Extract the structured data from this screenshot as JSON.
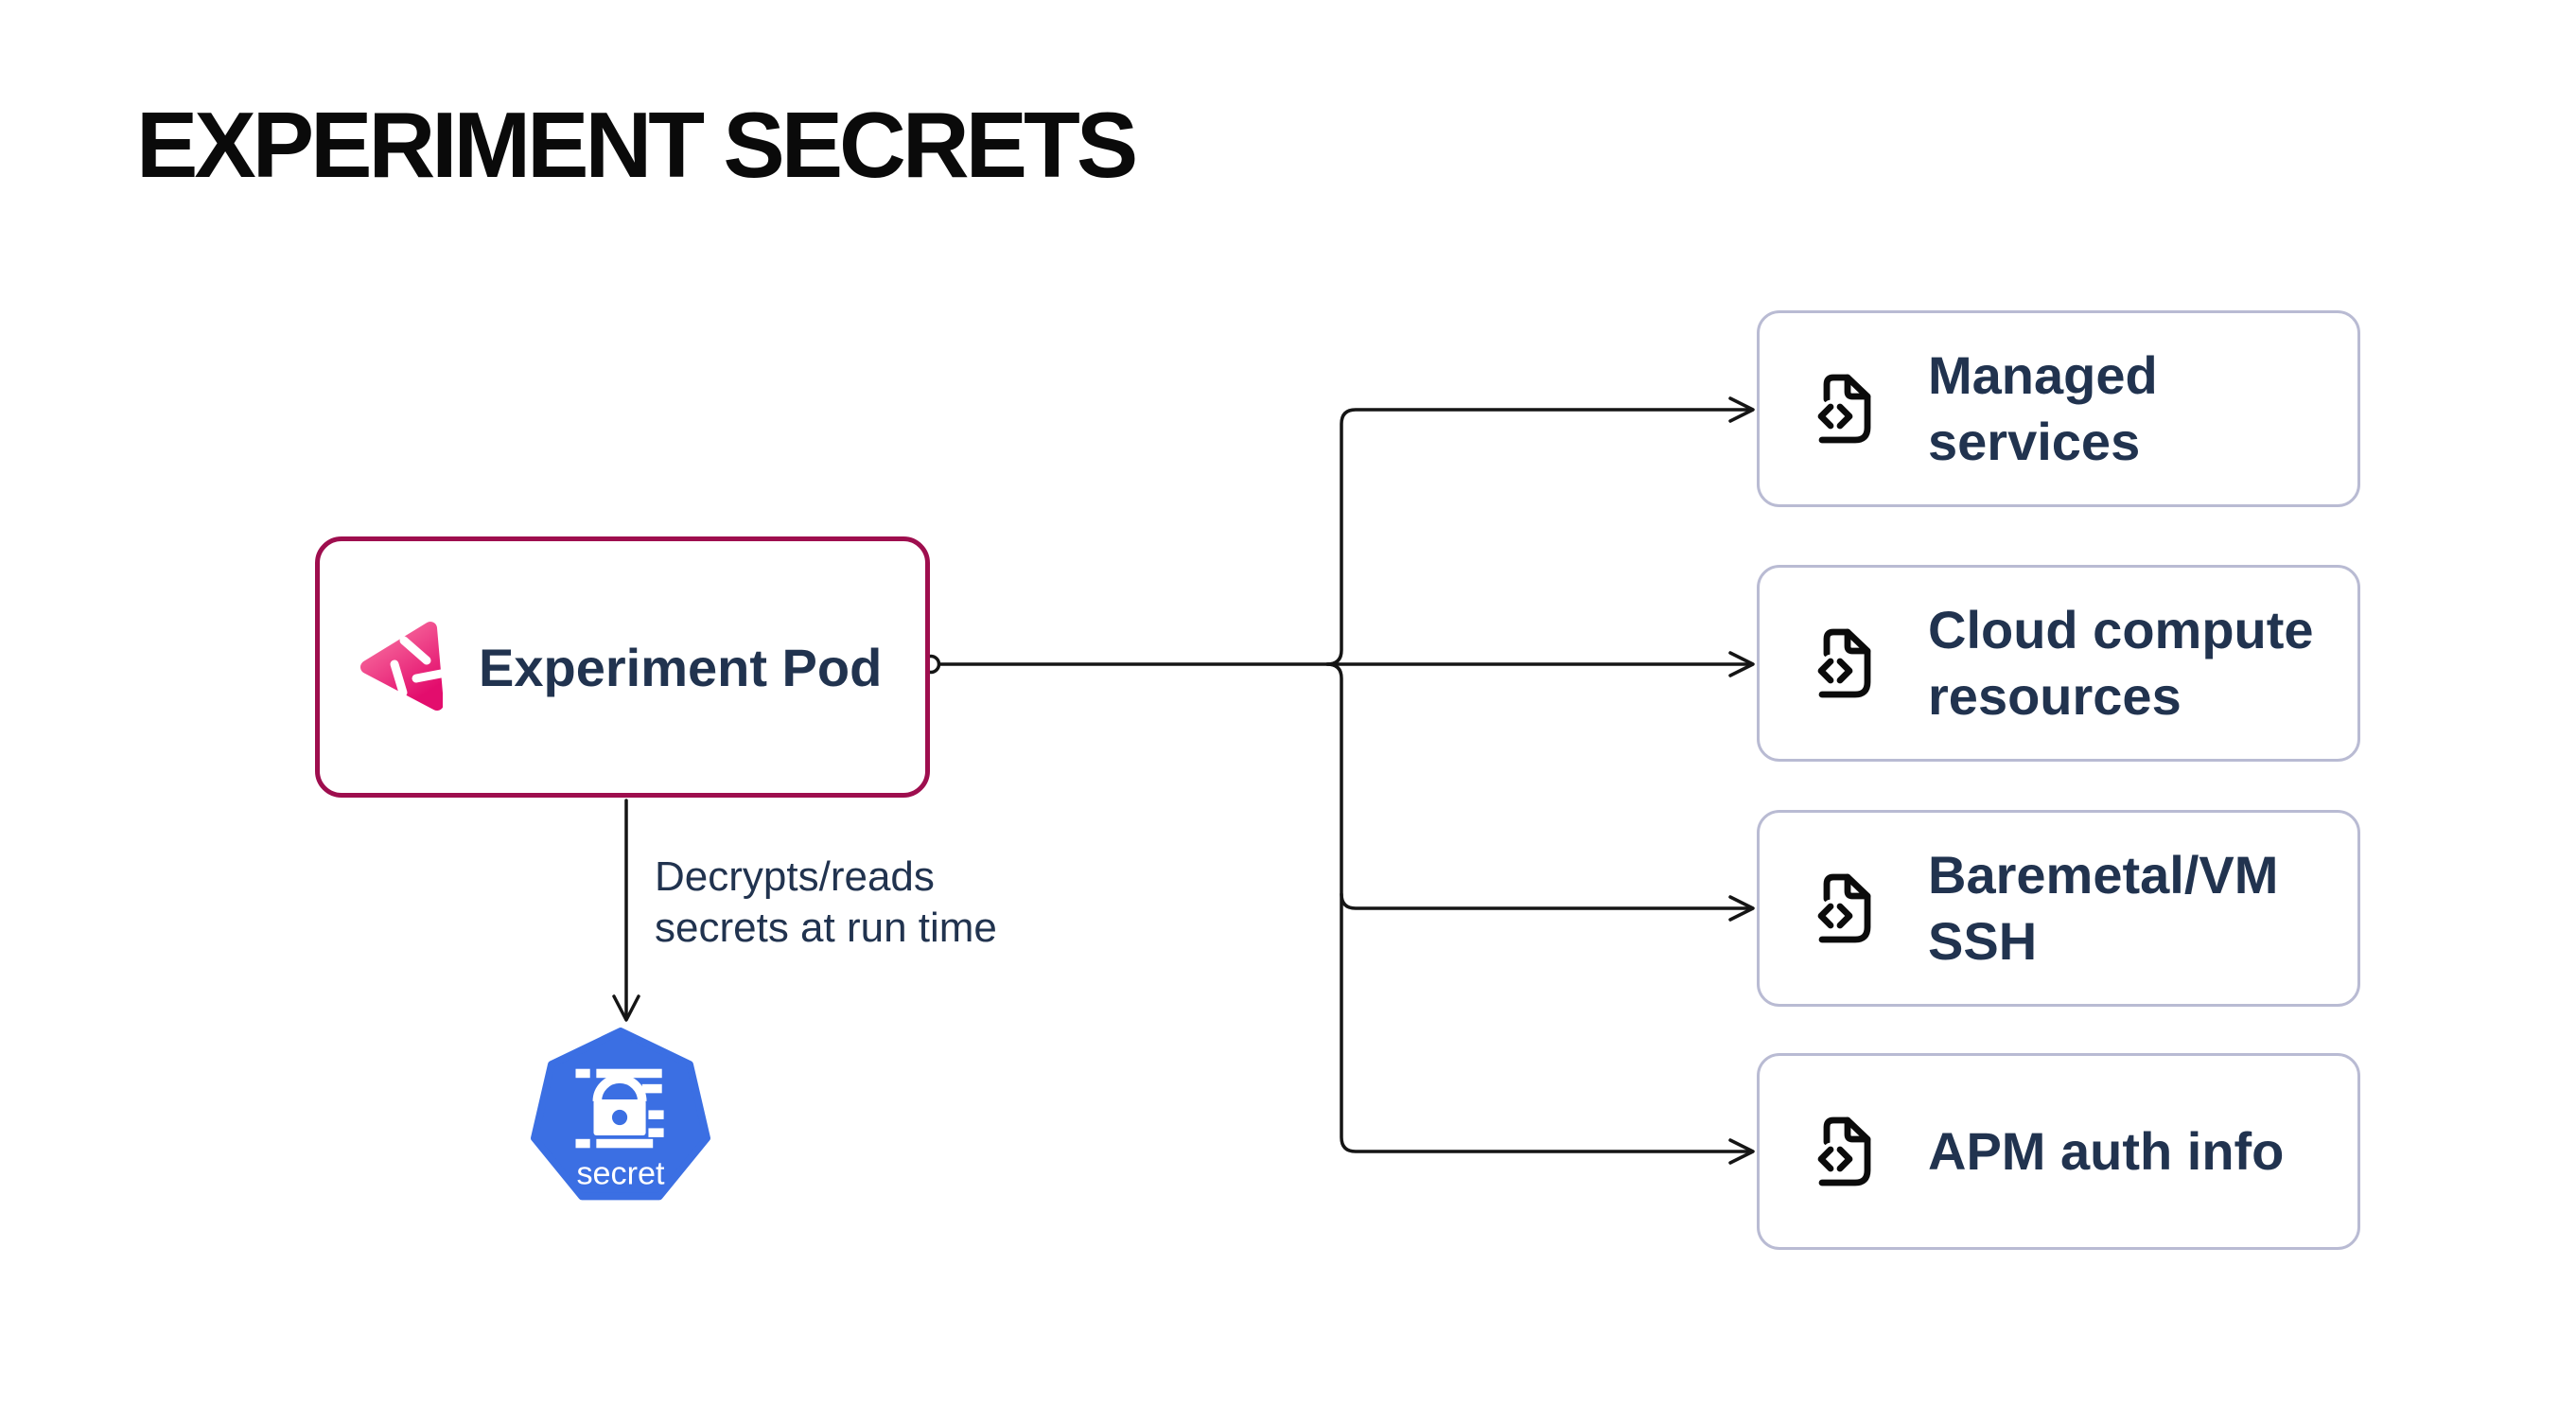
{
  "title": "EXPERIMENT SECRETS",
  "pod": {
    "label": "Experiment Pod",
    "icon": "litmus-pinwheel-triangle-icon"
  },
  "secret_flow": {
    "annotation": "Decrypts/reads secrets at run time",
    "secret_label": "secret",
    "secret_icon": "kubernetes-secret-lock-icon"
  },
  "targets": [
    {
      "label": "Managed services",
      "icon": "file-code-icon"
    },
    {
      "label": "Cloud compute resources",
      "icon": "file-code-icon"
    },
    {
      "label": "Baremetal/VM SSH",
      "icon": "file-code-icon"
    },
    {
      "label": "APM auth info",
      "icon": "file-code-icon"
    }
  ],
  "colors": {
    "pod_border": "#9E0E4E",
    "target_border": "#B9BBD3",
    "text_navy": "#21334F",
    "kubernetes_blue": "#3B6FE3",
    "pink_gradient_start": "#FA78A4",
    "pink_gradient_end": "#E30D6D",
    "connector_line": "#151515",
    "title_color": "#0a0a0a"
  }
}
